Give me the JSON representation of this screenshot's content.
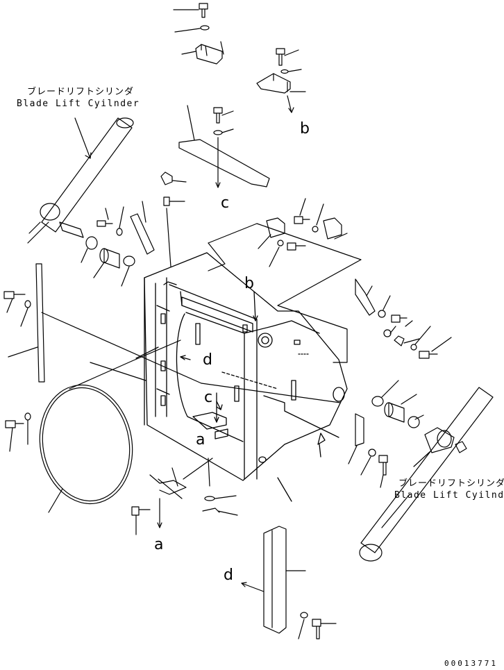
{
  "callouts": {
    "left_jp": "ブレードリフトシリンダ",
    "left_en": "Blade Lift Cyilnder",
    "right_jp": "ブレードリフトシリンダ",
    "right_en": "Blade Lift Cyilnder"
  },
  "view_markers": {
    "a_bottom": "a",
    "a_frame": "a",
    "b_top": "b",
    "b_frame": "b",
    "c_top": "c",
    "c_frame": "c",
    "d_frame": "d",
    "d_bottom": "d"
  },
  "document_number": "00013771",
  "colors": {
    "line": "#000000",
    "background": "#ffffff"
  }
}
